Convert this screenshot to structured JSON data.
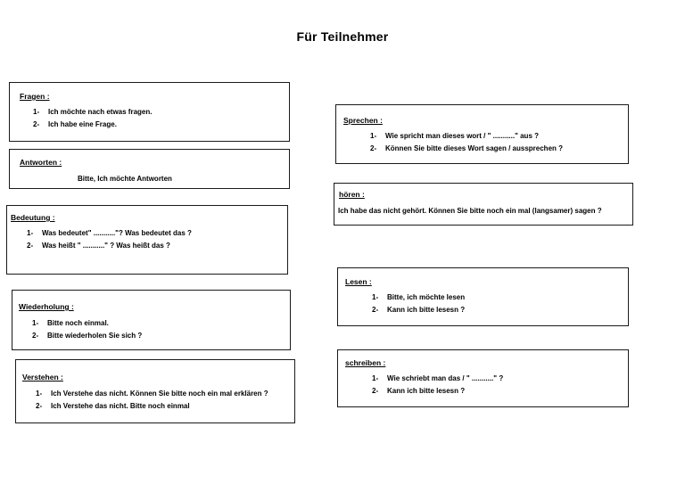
{
  "document": {
    "title": "Für Teilnehmer",
    "language": "de",
    "page_background": "#ffffff",
    "border_color": "#1a1a1a"
  },
  "columns": {
    "left": [
      {
        "id": "fragen",
        "heading": "Fragen :",
        "list_style": "numbered",
        "items": [
          {
            "marker": "1-",
            "text": "Ich möchte nach etwas fragen."
          },
          {
            "marker": "2-",
            "text": "Ich habe eine Frage."
          }
        ]
      },
      {
        "id": "antworten",
        "heading": "Antworten :",
        "list_style": "plain",
        "items": [
          {
            "marker": "",
            "text": "Bitte, Ich möchte Antworten"
          }
        ]
      },
      {
        "id": "bedeutung",
        "heading": "Bedeutung  :",
        "list_style": "numbered",
        "items": [
          {
            "marker": "1-",
            "text": "Was bedeutet\" ...........\"? Was bedeutet das ?"
          },
          {
            "marker": "2-",
            "text": "Was heißt \" ...........\" ? Was heißt das ?"
          }
        ]
      },
      {
        "id": "wiederholung",
        "heading": "Wiederholung   :",
        "list_style": "numbered",
        "items": [
          {
            "marker": "1-",
            "text": "Bitte noch einmal."
          },
          {
            "marker": "2-",
            "text": "Bitte wiederholen Sie sich ?"
          }
        ]
      },
      {
        "id": "verstehen",
        "heading": "Verstehen  :",
        "list_style": "numbered",
        "items": [
          {
            "marker": "1-",
            "text": "Ich Verstehe das nicht. Können Sie bitte noch ein mal erklären ?"
          },
          {
            "marker": "2-",
            "text": "Ich Verstehe das nicht. Bitte noch einmal"
          }
        ]
      }
    ],
    "right": [
      {
        "id": "sprechen",
        "heading": "Sprechen  :",
        "list_style": "numbered",
        "items": [
          {
            "marker": "1-",
            "text": "Wie spricht man dieses wort / \" ...........\" aus ?"
          },
          {
            "marker": "2-",
            "text": "Können Sie bitte dieses Wort sagen / aussprechen ?"
          }
        ]
      },
      {
        "id": "hoeren",
        "heading": "hören :",
        "list_style": "plain",
        "items": [
          {
            "marker": "",
            "text": "Ich habe das nicht gehört. Können Sie bitte noch ein mal (langsamer) sagen ?"
          }
        ]
      },
      {
        "id": "lesen",
        "heading": "Lesen  :",
        "list_style": "numbered",
        "items": [
          {
            "marker": "1-",
            "text": "Bitte, ich möchte lesen"
          },
          {
            "marker": "2-",
            "text": "Kann ich bitte lesesn ?"
          }
        ]
      },
      {
        "id": "schreiben",
        "heading": "schreiben  :",
        "list_style": "numbered",
        "items": [
          {
            "marker": "1-",
            "text": "Wie schriebt man das / \" ...........\"  ?"
          },
          {
            "marker": "2-",
            "text": "Kann ich bitte lesesn ?"
          }
        ]
      }
    ]
  }
}
